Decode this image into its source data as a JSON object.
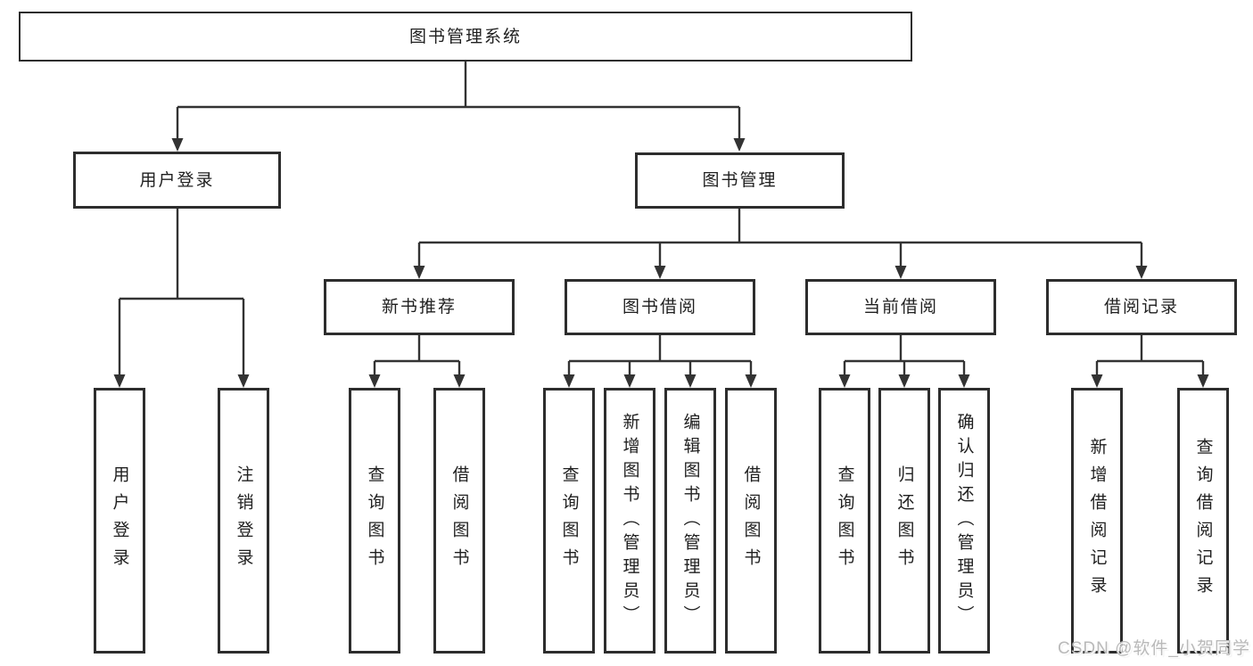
{
  "root": {
    "label": "图书管理系统"
  },
  "level2": {
    "user_login": {
      "label": "用户登录"
    },
    "book_mgmt": {
      "label": "图书管理"
    }
  },
  "level3": {
    "new_books": {
      "label": "新书推荐"
    },
    "book_borrow": {
      "label": "图书借阅"
    },
    "current_borrow": {
      "label": "当前借阅"
    },
    "borrow_records": {
      "label": "借阅记录"
    }
  },
  "level4": {
    "login_user_login": {
      "label": "用户登录"
    },
    "login_logout": {
      "label": "注销登录"
    },
    "newbooks_query": {
      "label": "查询图书"
    },
    "newbooks_borrow": {
      "label": "借阅图书"
    },
    "borrow_query": {
      "label": "查询图书"
    },
    "borrow_add": {
      "label": "新增图书（管理员）"
    },
    "borrow_edit": {
      "label": "编辑图书（管理员）"
    },
    "borrow_borrow": {
      "label": "借阅图书"
    },
    "current_query": {
      "label": "查询图书"
    },
    "current_return": {
      "label": "归还图书"
    },
    "current_confirm": {
      "label": "确认归还（管理员）"
    },
    "records_add": {
      "label": "新增借阅记录"
    },
    "records_query": {
      "label": "查询借阅记录"
    }
  },
  "watermark": {
    "text": "CSDN @软件_小贺同学"
  },
  "colors": {
    "line": "#333333",
    "box_border": "#2d2d2d",
    "text": "#1f1f1f",
    "watermark": "#b9b9b9",
    "background": "#ffffff"
  }
}
